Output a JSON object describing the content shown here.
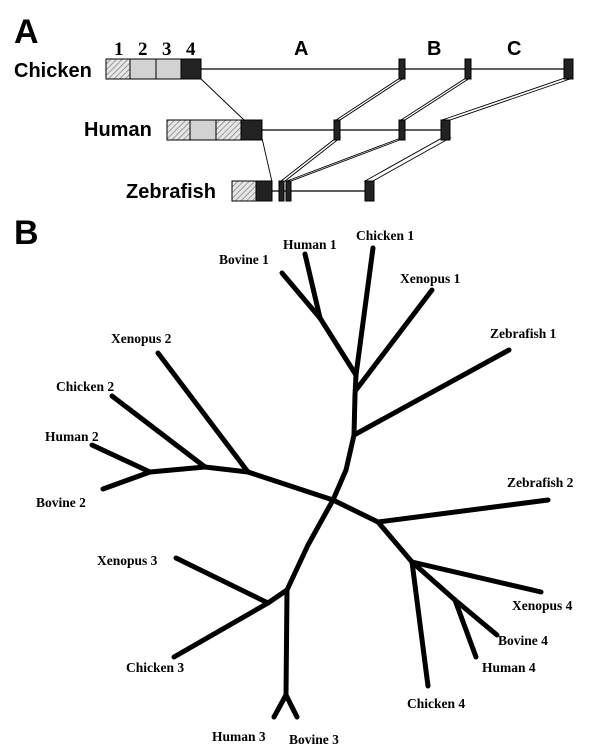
{
  "panels": {
    "a_label": "A",
    "b_label": "B"
  },
  "panel_a": {
    "exon_numbers": [
      "1",
      "2",
      "3",
      "4"
    ],
    "regions": [
      "A",
      "B",
      "C"
    ],
    "species": [
      "Chicken",
      "Human",
      "Zebrafish"
    ]
  },
  "panel_b": {
    "leaves": {
      "bovine1": "Bovine 1",
      "human1": "Human 1",
      "chicken1": "Chicken 1",
      "xenopus1": "Xenopus 1",
      "zebrafish1": "Zebrafish 1",
      "xenopus2": "Xenopus 2",
      "chicken2": "Chicken 2",
      "human2": "Human 2",
      "bovine2": "Bovine 2",
      "zebrafish2": "Zebrafish 2",
      "xenopus3": "Xenopus 3",
      "xenopus4": "Xenopus 4",
      "bovine4": "Bovine 4",
      "human4": "Human 4",
      "chicken3": "Chicken 3",
      "chicken4": "Chicken 4",
      "human3": "Human 3",
      "bovine3": "Bovine 3"
    }
  },
  "colors": {
    "dark_exon": "#222222",
    "light_exon": "#d2d2d2",
    "line": "#000000"
  }
}
